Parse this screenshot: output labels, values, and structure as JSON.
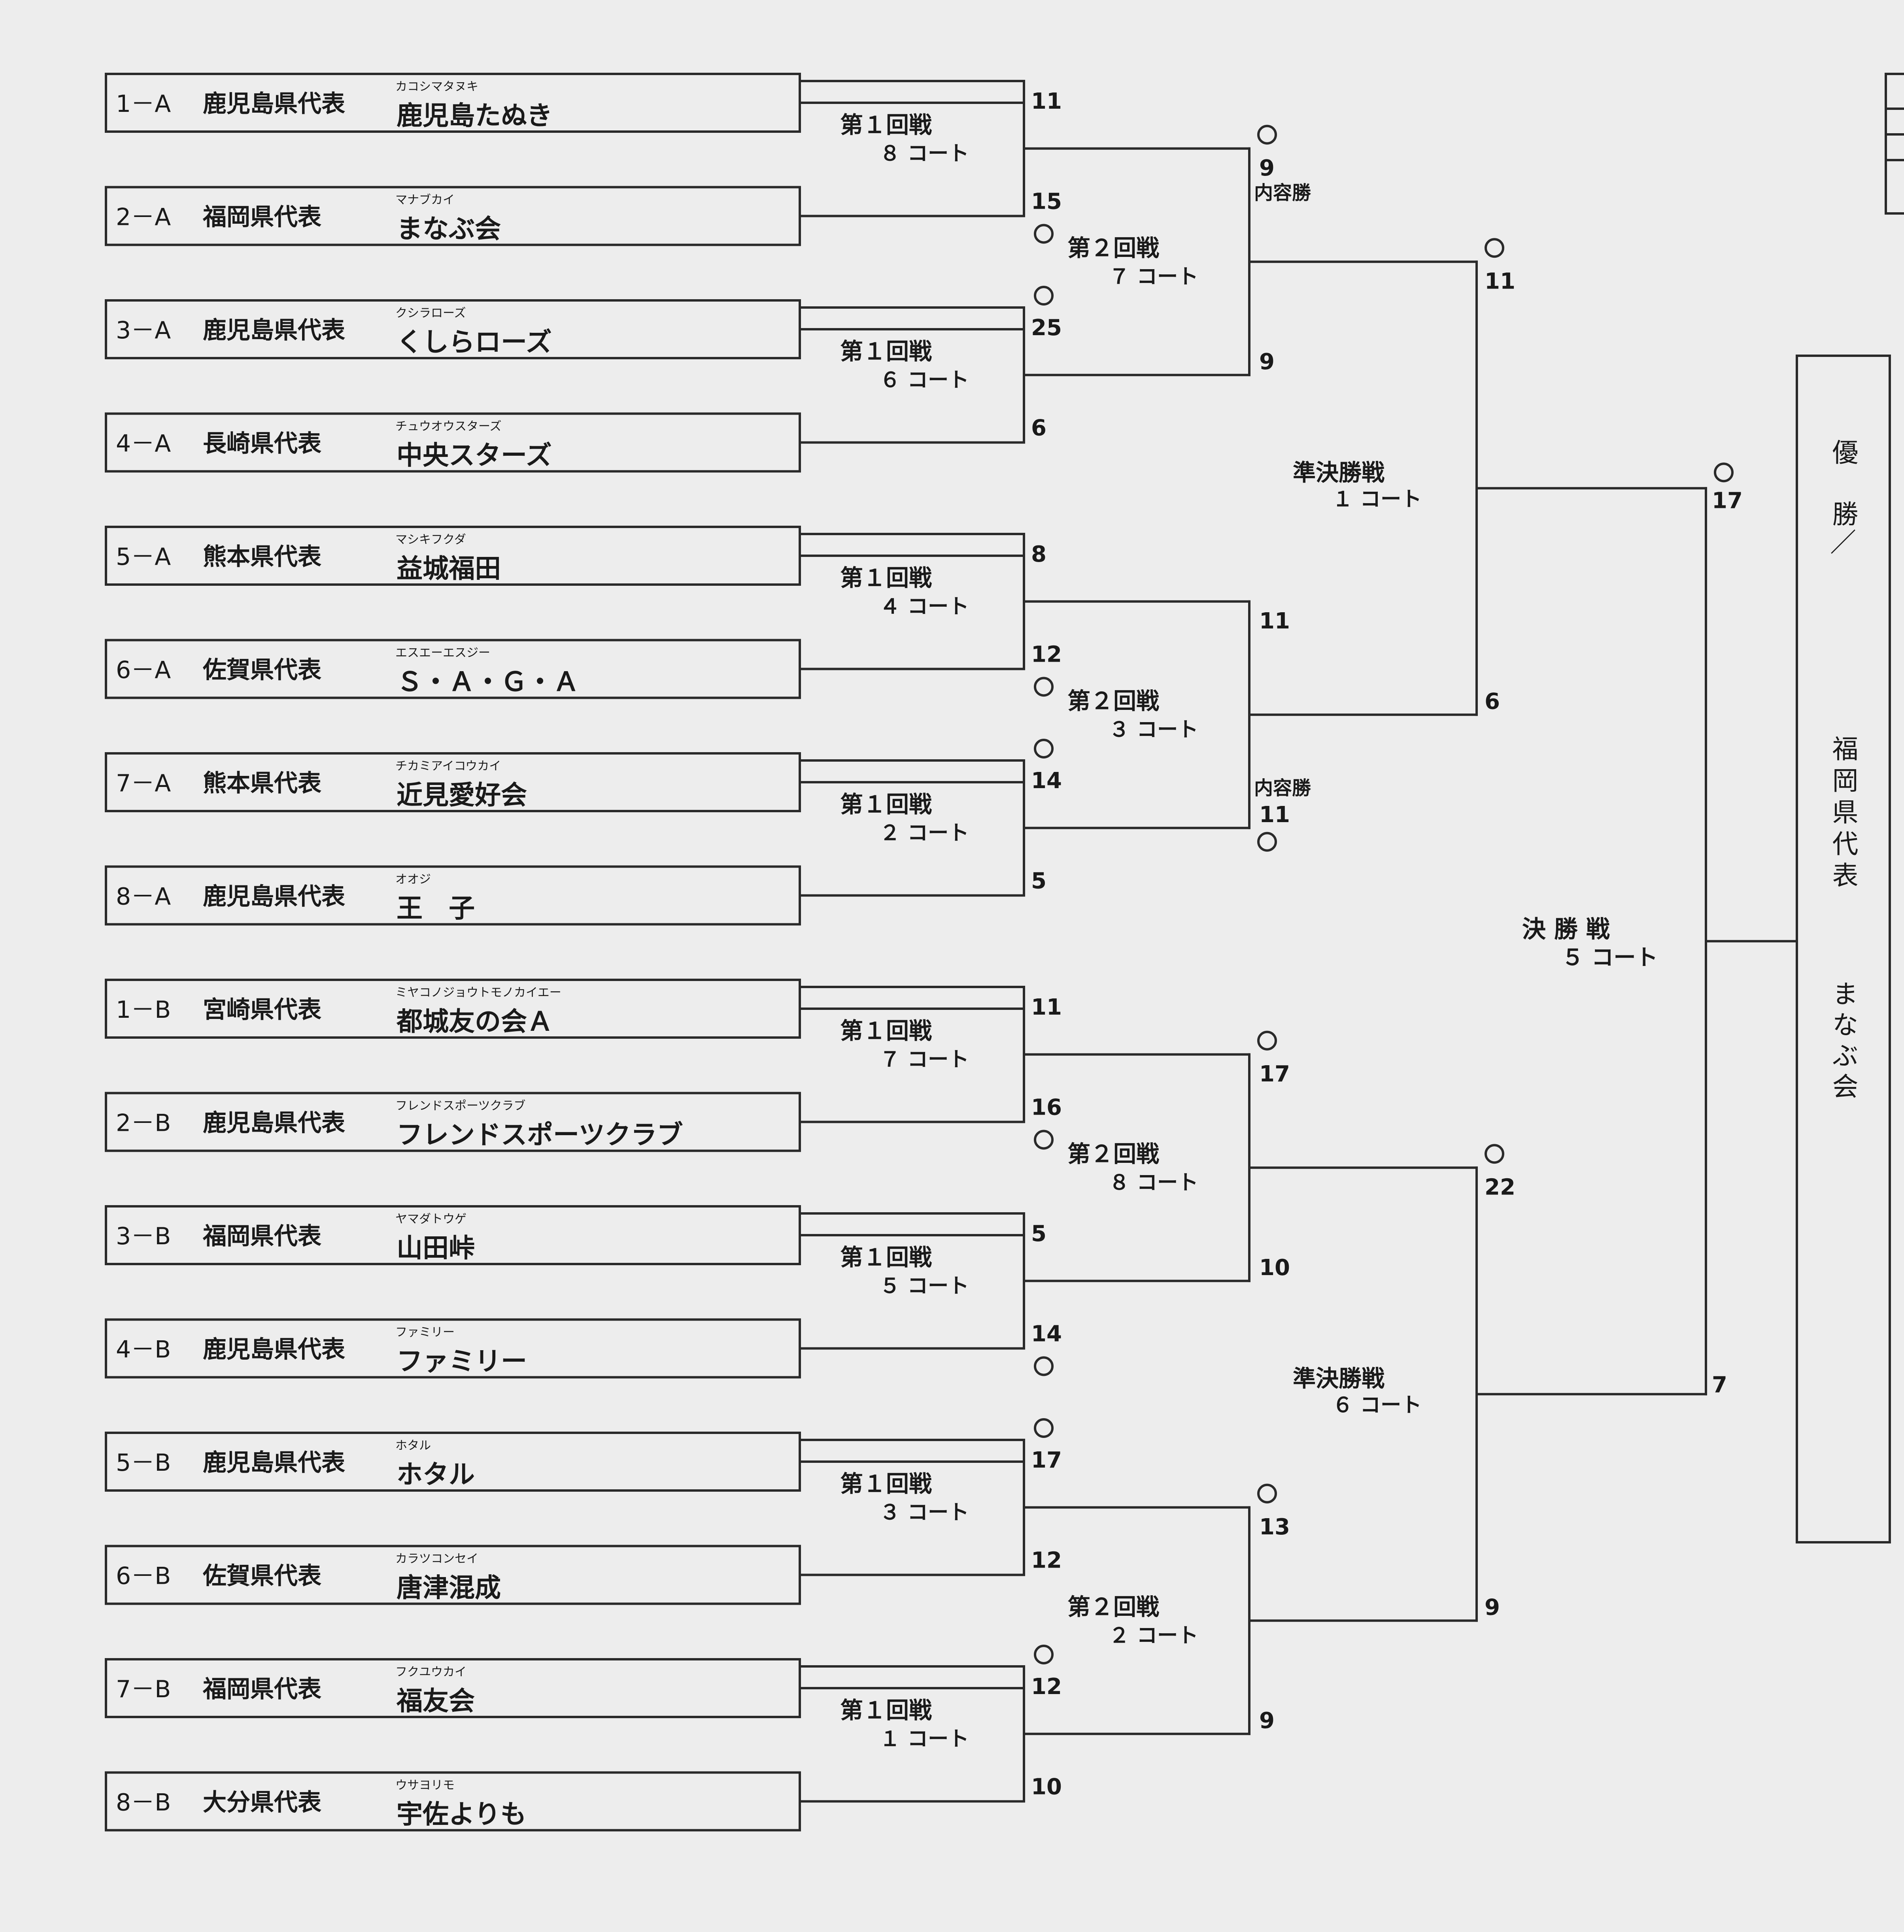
{
  "teams": [
    {
      "seed": "1－A",
      "prefecture": "鹿児島県代表",
      "kana": "カコシマタヌキ",
      "name": "鹿児島たぬき"
    },
    {
      "seed": "2－A",
      "prefecture": "福岡県代表",
      "kana": "マナブカイ",
      "name": "まなぶ会"
    },
    {
      "seed": "3－A",
      "prefecture": "鹿児島県代表",
      "kana": "クシラローズ",
      "name": "くしらローズ"
    },
    {
      "seed": "4－A",
      "prefecture": "長崎県代表",
      "kana": "チュウオウスターズ",
      "name": "中央スターズ"
    },
    {
      "seed": "5－A",
      "prefecture": "熊本県代表",
      "kana": "マシキフクダ",
      "name": "益城福田"
    },
    {
      "seed": "6－A",
      "prefecture": "佐賀県代表",
      "kana": "エスエーエスジー",
      "name": "Ｓ・Ａ・Ｇ・Ａ"
    },
    {
      "seed": "7－A",
      "prefecture": "熊本県代表",
      "kana": "チカミアイコウカイ",
      "name": "近見愛好会"
    },
    {
      "seed": "8－A",
      "prefecture": "鹿児島県代表",
      "kana": "オオジ",
      "name": "王　子"
    },
    {
      "seed": "1－B",
      "prefecture": "宮崎県代表",
      "kana": "ミヤコノジョウトモノカイエー",
      "name": "都城友の会Ａ"
    },
    {
      "seed": "2－B",
      "prefecture": "鹿児島県代表",
      "kana": "フレンドスポーツクラブ",
      "name": "フレンドスポーツクラブ"
    },
    {
      "seed": "3－B",
      "prefecture": "福岡県代表",
      "kana": "ヤマダトウゲ",
      "name": "山田峠"
    },
    {
      "seed": "4－B",
      "prefecture": "鹿児島県代表",
      "kana": "ファミリー",
      "name": "ファミリー"
    },
    {
      "seed": "5－B",
      "prefecture": "鹿児島県代表",
      "kana": "ホタル",
      "name": "ホタル"
    },
    {
      "seed": "6－B",
      "prefecture": "佐賀県代表",
      "kana": "カラツコンセイ",
      "name": "唐津混成"
    },
    {
      "seed": "7－B",
      "prefecture": "福岡県代表",
      "kana": "フクユウカイ",
      "name": "福友会"
    },
    {
      "seed": "8－B",
      "prefecture": "大分県代表",
      "kana": "ウサヨリモ",
      "name": "宇佐よりも"
    }
  ],
  "round1": [
    {
      "round": "第１回戦",
      "court": "８ コート",
      "score_top": "11",
      "score_bottom": "15",
      "winner": "bottom"
    },
    {
      "round": "第１回戦",
      "court": "６ コート",
      "score_top": "25",
      "score_bottom": "6",
      "winner": "top"
    },
    {
      "round": "第１回戦",
      "court": "４ コート",
      "score_top": "8",
      "score_bottom": "12",
      "winner": "bottom"
    },
    {
      "round": "第１回戦",
      "court": "２ コート",
      "score_top": "14",
      "score_bottom": "5",
      "winner": "top"
    },
    {
      "round": "第１回戦",
      "court": "７ コート",
      "score_top": "11",
      "score_bottom": "16",
      "winner": "bottom"
    },
    {
      "round": "第１回戦",
      "court": "５ コート",
      "score_top": "5",
      "score_bottom": "14",
      "winner": "bottom"
    },
    {
      "round": "第１回戦",
      "court": "３ コート",
      "score_top": "17",
      "score_bottom": "12",
      "winner": "top"
    },
    {
      "round": "第１回戦",
      "court": "１ コート",
      "score_top": "12",
      "score_bottom": "10",
      "winner": "top"
    }
  ],
  "round2": [
    {
      "round": "第２回戦",
      "court": "７ コート",
      "score_top": "9",
      "score_bottom": "9",
      "winner": "top",
      "note_top": "内容勝",
      "note_bottom": ""
    },
    {
      "round": "第２回戦",
      "court": "３ コート",
      "score_top": "11",
      "score_bottom": "11",
      "winner": "bottom",
      "note_top": "",
      "note_bottom": "内容勝"
    },
    {
      "round": "第２回戦",
      "court": "８ コート",
      "score_top": "17",
      "score_bottom": "10",
      "winner": "top",
      "note_top": "",
      "note_bottom": ""
    },
    {
      "round": "第２回戦",
      "court": "２ コート",
      "score_top": "13",
      "score_bottom": "9",
      "winner": "top",
      "note_top": "",
      "note_bottom": ""
    }
  ],
  "semifinal": [
    {
      "round": "準決勝戦",
      "court": "１ コート",
      "score_top": "11",
      "score_bottom": "6",
      "winner": "top"
    },
    {
      "round": "準決勝戦",
      "court": "６ コート",
      "score_top": "22",
      "score_bottom": "9",
      "winner": "top"
    }
  ],
  "final": {
    "round": "決 勝 戦",
    "court": "５ コート",
    "score_top": "17",
    "score_bottom": "7",
    "winner": "top"
  },
  "champion": {
    "title": "優勝",
    "slash": "／",
    "prefecture": "福岡県代表",
    "name": "まなぶ会"
  },
  "colors": {
    "paper": "#ededed",
    "line": "#2a2a2a"
  }
}
